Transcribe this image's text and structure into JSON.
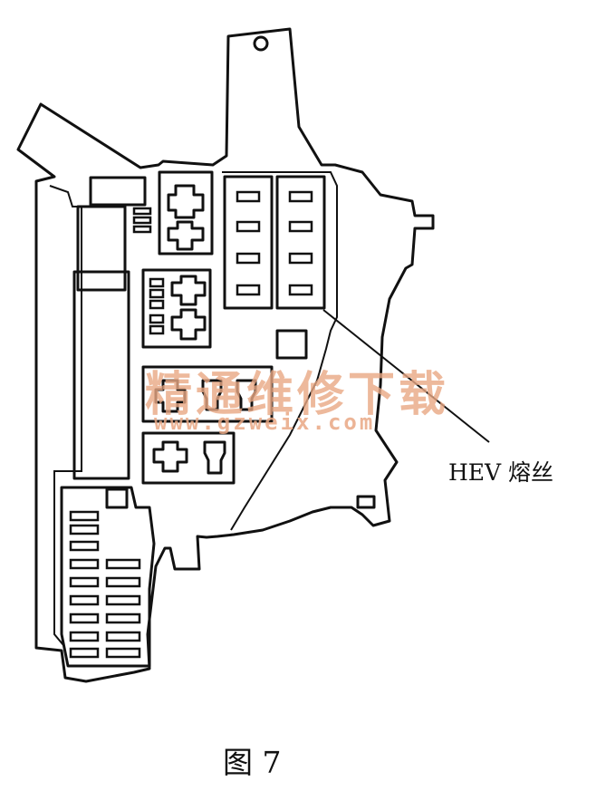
{
  "callout": {
    "label": "HEV 熔丝"
  },
  "figure": {
    "caption": "图 7"
  },
  "watermark": {
    "text": "精通维修下载",
    "url": "www.gzweix.com"
  }
}
